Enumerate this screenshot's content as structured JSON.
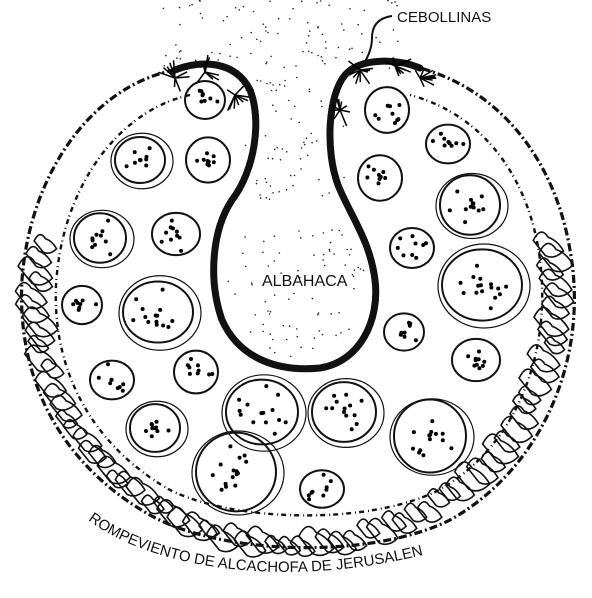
{
  "labels": {
    "top_right": "CEBOLLINAS",
    "center": "ALBAHACA",
    "bottom_arc": "ROMPEVIENTO DE ALCACHOFA DE JERUSALEN"
  },
  "colors": {
    "ink": "#111111",
    "paper": "#ffffff"
  }
}
